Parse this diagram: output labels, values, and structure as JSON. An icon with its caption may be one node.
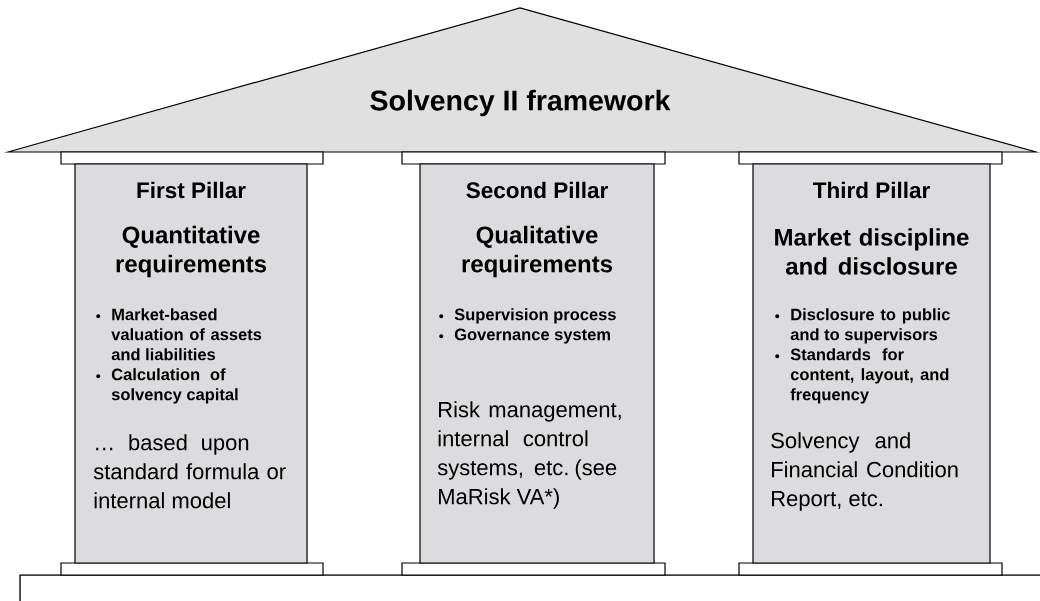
{
  "diagram": {
    "nodes": [
      {
        "text": [
          "Solvency II framework"
        ]
      },
      {
        "text": [
          "First Pillar",
          "Quantitative requirements",
          "Market-based valuation of assets and liabilities",
          "Calculation of solvency capital",
          "… based upon standard formula or internal model"
        ]
      },
      {
        "text": [
          "Second Pillar",
          "Qualitative requirements",
          "Supervision process",
          "Governance system",
          "Risk management, internal control systems, etc. (see MaRisk VA*)"
        ]
      },
      {
        "text": [
          "Third Pillar",
          "Market discipline and disclosure",
          "Disclosure to public and to supervisors",
          "Standards for content, layout,  and frequency",
          "Solvency and Financial Condition Report, etc."
        ]
      }
    ]
  }
}
